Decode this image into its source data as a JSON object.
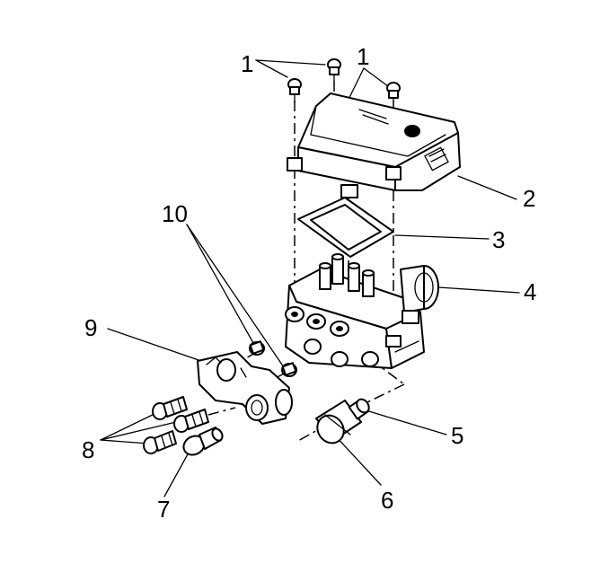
{
  "diagram": {
    "callouts": [
      {
        "id": "1a",
        "text": "1"
      },
      {
        "id": "1b",
        "text": "1"
      },
      {
        "id": "2",
        "text": "2"
      },
      {
        "id": "3",
        "text": "3"
      },
      {
        "id": "4",
        "text": "4"
      },
      {
        "id": "5",
        "text": "5"
      },
      {
        "id": "6",
        "text": "6"
      },
      {
        "id": "7",
        "text": "7"
      },
      {
        "id": "8",
        "text": "8"
      },
      {
        "id": "9",
        "text": "9"
      },
      {
        "id": "10",
        "text": "10"
      }
    ]
  }
}
